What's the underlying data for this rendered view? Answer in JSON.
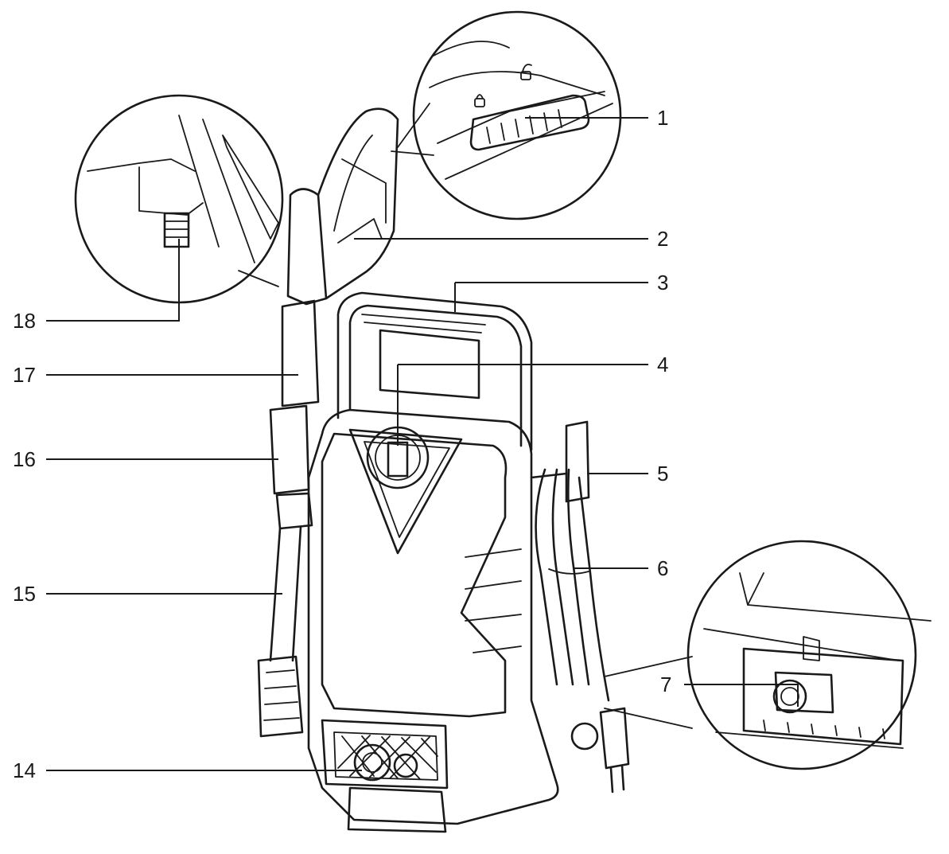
{
  "callouts": [
    {
      "id": "1",
      "label": "1"
    },
    {
      "id": "2",
      "label": "2"
    },
    {
      "id": "3",
      "label": "3"
    },
    {
      "id": "4",
      "label": "4"
    },
    {
      "id": "5",
      "label": "5"
    },
    {
      "id": "6",
      "label": "6"
    },
    {
      "id": "7",
      "label": "7"
    },
    {
      "id": "14",
      "label": "14"
    },
    {
      "id": "15",
      "label": "15"
    },
    {
      "id": "16",
      "label": "16"
    },
    {
      "id": "17",
      "label": "17"
    },
    {
      "id": "18",
      "label": "18"
    }
  ],
  "icons": {
    "lock": "padlock-closed-icon",
    "unlock": "padlock-open-icon"
  },
  "colors": {
    "line": "#1a1a1a",
    "background": "#ffffff"
  }
}
